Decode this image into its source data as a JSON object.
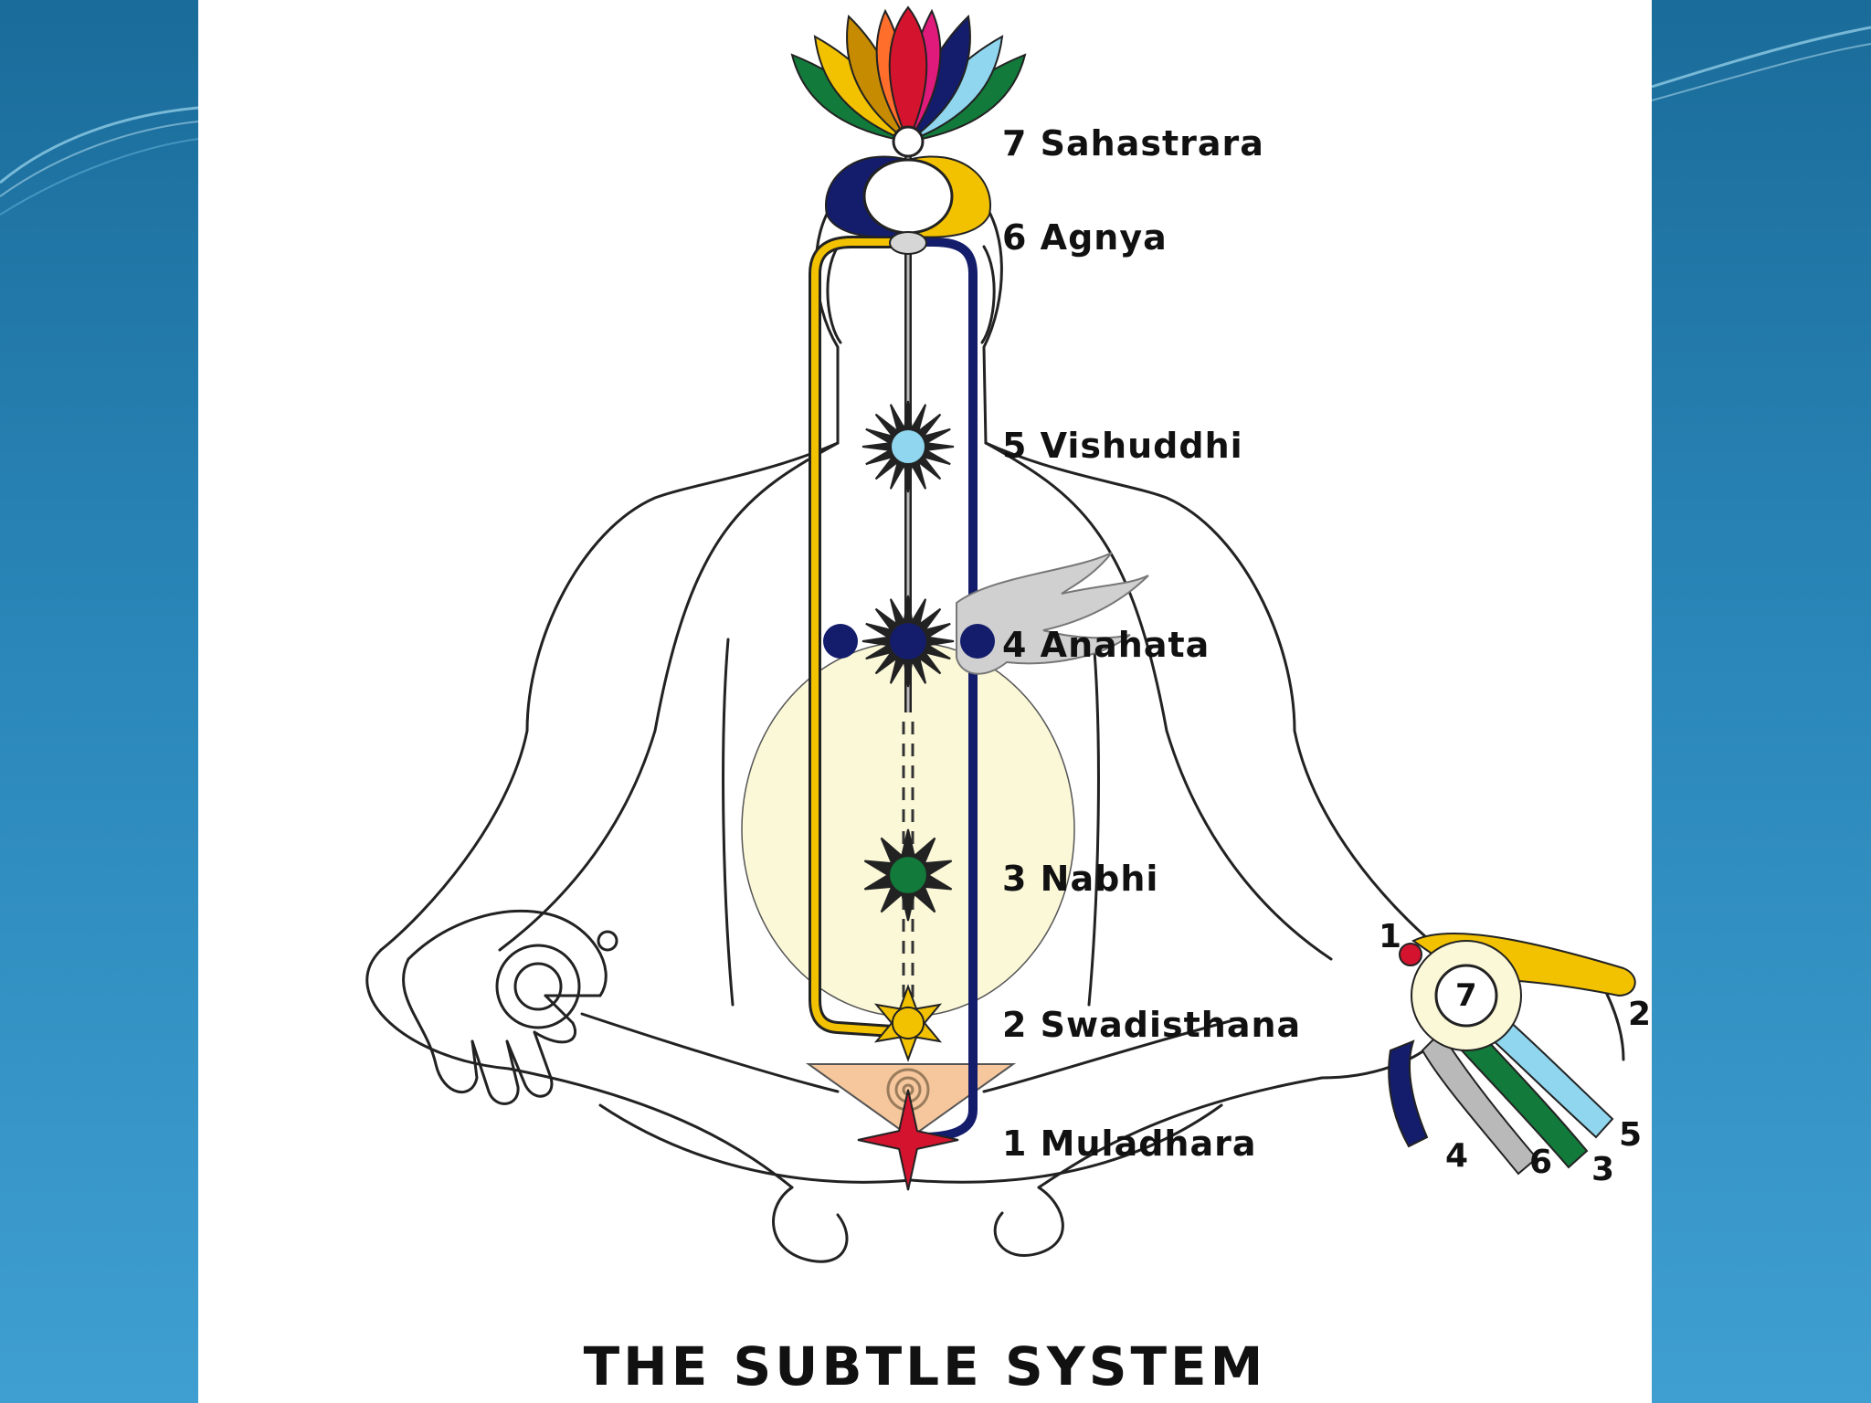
{
  "title": "THE SUBTLE SYSTEM",
  "chakras": [
    {
      "label": "7 Sahastrara"
    },
    {
      "label": "6 Agnya"
    },
    {
      "label": "5 Vishuddhi"
    },
    {
      "label": "4 Anahata"
    },
    {
      "label": "3 Nabhi"
    },
    {
      "label": "2 Swadisthana"
    },
    {
      "label": "1 Muladhara"
    }
  ],
  "hand_numbers": [
    "1",
    "2",
    "4",
    "6",
    "3",
    "5"
  ],
  "palm_number": "7",
  "colors": {
    "background": "#2a86b8",
    "left_channel": "#f2c200",
    "right_channel": "#141d6b",
    "center_channel": "#9a9a9a",
    "nabhi_glow": "#fbf8d8",
    "muladhara": "#d4142e",
    "vishuddhi": "#8fd6ee",
    "nabhi": "#127a3a",
    "anahata": "#141d6b"
  }
}
